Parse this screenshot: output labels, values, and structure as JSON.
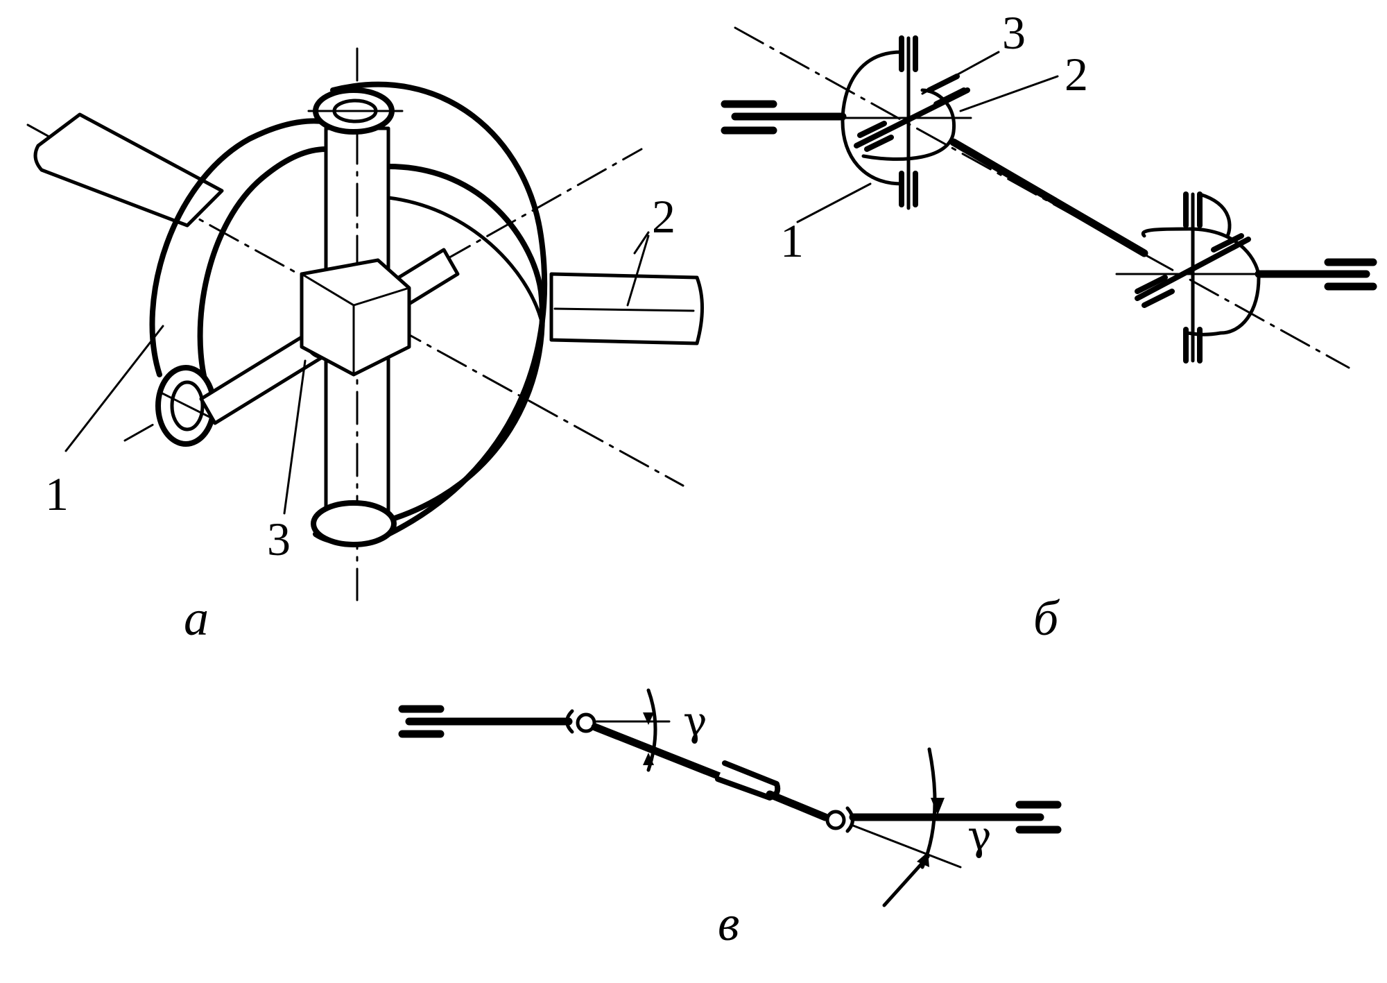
{
  "panel_a": {
    "caption": "а",
    "labels": [
      "1",
      "2",
      "3"
    ]
  },
  "panel_b": {
    "caption": "б",
    "labels": [
      "3",
      "2",
      "1"
    ]
  },
  "panel_c": {
    "caption": "в",
    "angle_symbol": "γ"
  }
}
